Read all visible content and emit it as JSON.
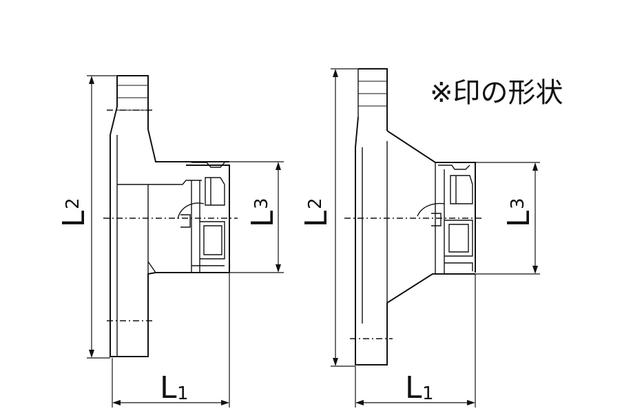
{
  "note": {
    "text": "※印の形状"
  },
  "left_figure": {
    "dimensions": [
      {
        "id": "L1",
        "letter": "L",
        "subscript": "1"
      },
      {
        "id": "L2",
        "letter": "L",
        "subscript": "2"
      },
      {
        "id": "L3",
        "letter": "L",
        "subscript": "3"
      }
    ]
  },
  "right_figure": {
    "dimensions": [
      {
        "id": "L1",
        "letter": "L",
        "subscript": "1"
      },
      {
        "id": "L2",
        "letter": "L",
        "subscript": "2"
      },
      {
        "id": "L3",
        "letter": "L",
        "subscript": "3"
      }
    ]
  }
}
